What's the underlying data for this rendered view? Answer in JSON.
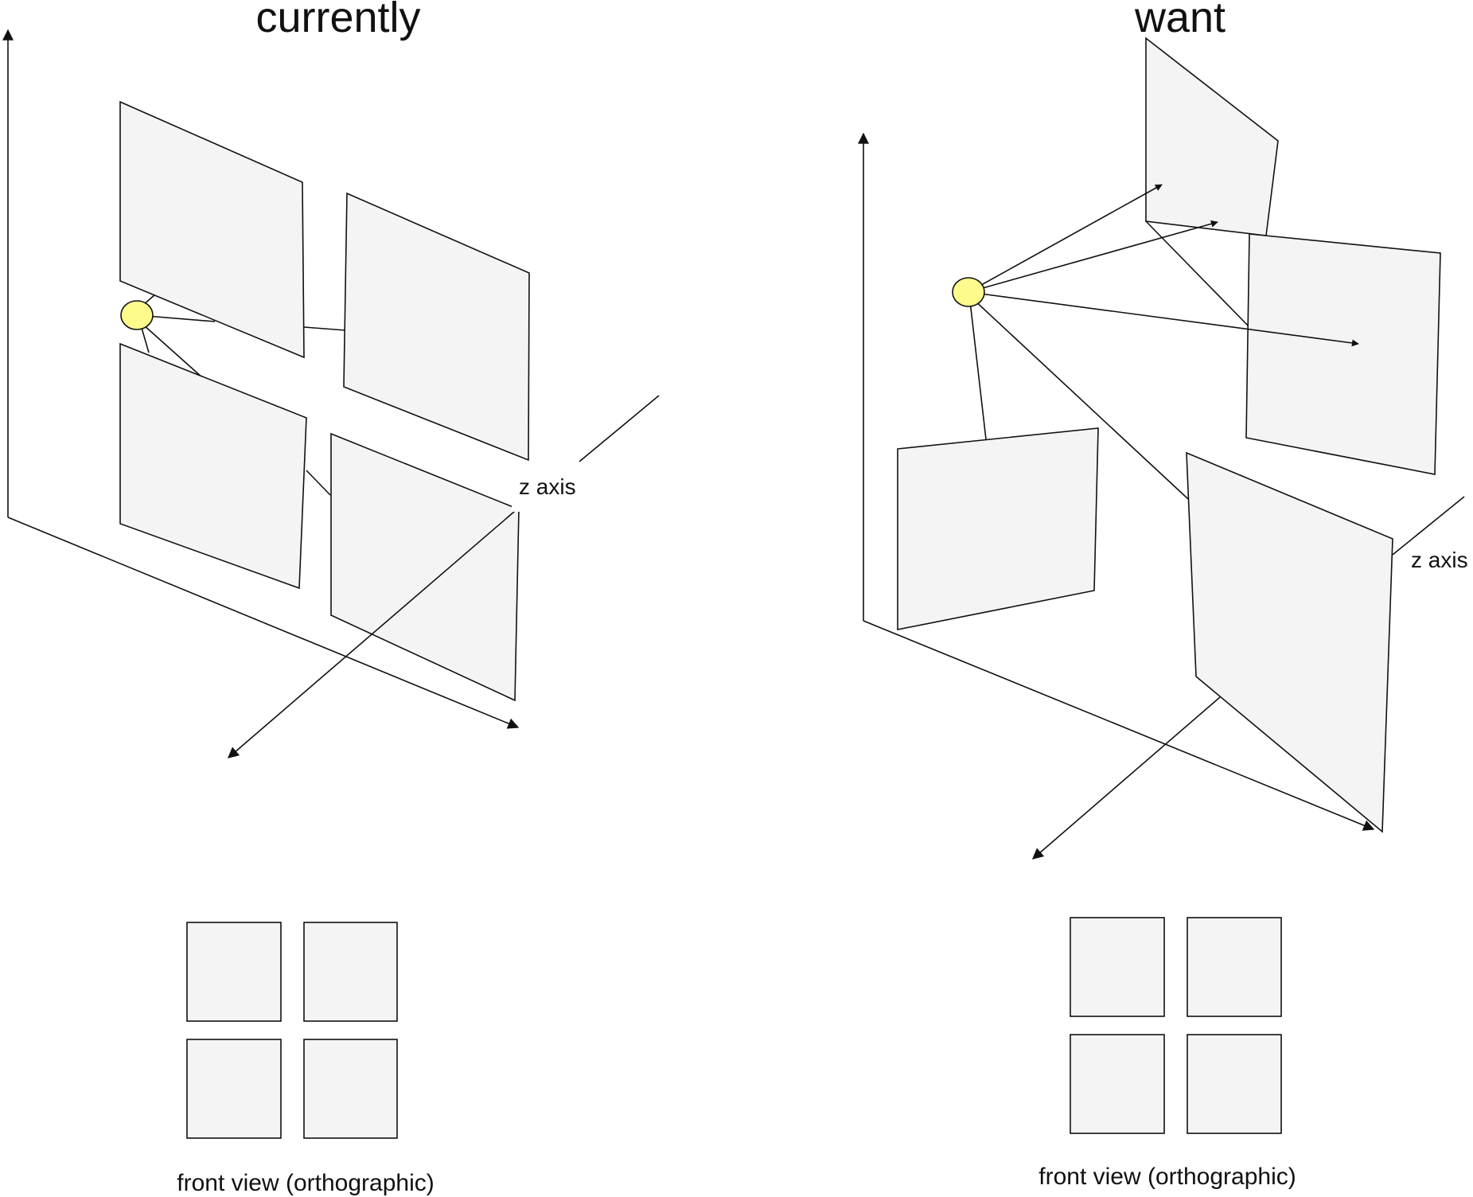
{
  "left": {
    "title": "currently",
    "axis_label": "z axis",
    "caption": "front view (orthographic)"
  },
  "right": {
    "title": "want",
    "axis_label": "z axis",
    "caption": "front view (orthographic)"
  },
  "colors": {
    "panel_fill": "#f4f4f4",
    "node_fill": "#fdfb8c",
    "stroke": "#111111",
    "background": "#ffffff"
  }
}
